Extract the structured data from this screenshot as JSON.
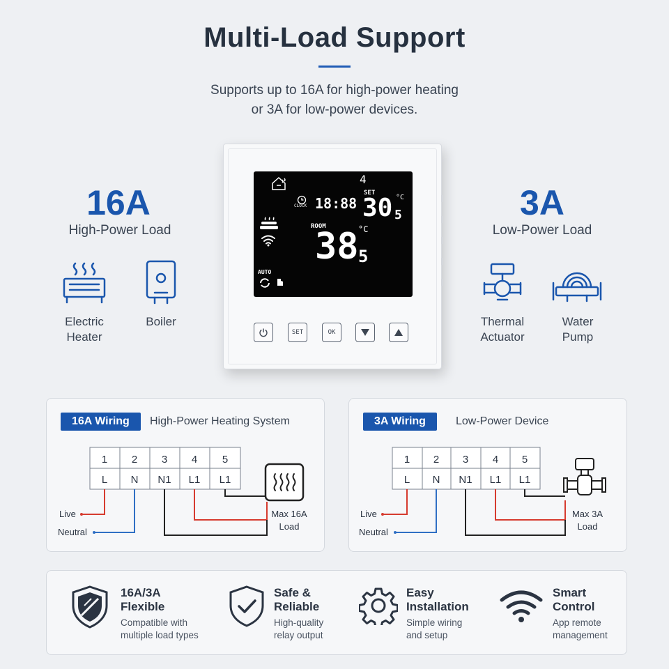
{
  "header": {
    "title": "Multi-Load Support",
    "subtitle_line1": "Supports up to 16A for high-power heating",
    "subtitle_line2": "or 3A for low-power devices."
  },
  "left_load": {
    "amp": "16A",
    "label": "High-Power Load",
    "devices": [
      {
        "line1": "Electric",
        "line2": "Heater",
        "icon": "electric-heater-icon"
      },
      {
        "line1": "Boiler",
        "line2": "",
        "icon": "boiler-icon"
      }
    ]
  },
  "right_load": {
    "amp": "3A",
    "label": "Low-Power Load",
    "devices": [
      {
        "line1": "Thermal",
        "line2": "Actuator",
        "icon": "thermal-actuator-icon"
      },
      {
        "line1": "Water",
        "line2": "Pump",
        "icon": "water-pump-icon"
      }
    ]
  },
  "thermostat": {
    "week_day": "4",
    "clock_label": "CLOCK",
    "clock_time": "18:88",
    "set_label": "SET",
    "set_temp": "30",
    "set_temp_decimal": "5",
    "room_label": "ROOM",
    "room_temp": "38",
    "room_temp_decimal": "5",
    "unit": "°C",
    "auto_label": "AUTO",
    "buttons": [
      "power",
      "SET",
      "OK",
      "down",
      "up"
    ],
    "button_set": "SET",
    "button_ok": "OK"
  },
  "wiring": [
    {
      "tag": "16A Wiring",
      "title": "High-Power Heating System",
      "terminal_numbers": [
        "1",
        "2",
        "3",
        "4",
        "5"
      ],
      "terminal_labels": [
        "L",
        "N",
        "N1",
        "L1",
        "L1"
      ],
      "live": "Live",
      "neutral": "Neutral",
      "load_line1": "Max 16A",
      "load_line2": "Load",
      "wire_colors": {
        "live": "#d63b2f",
        "neutral": "#2f6fc4",
        "load": "#222222"
      }
    },
    {
      "tag": "3A Wiring",
      "title": "Low-Power Device",
      "terminal_numbers": [
        "1",
        "2",
        "3",
        "4",
        "5"
      ],
      "terminal_labels": [
        "L",
        "N",
        "N1",
        "L1",
        "L1"
      ],
      "live": "Live",
      "neutral": "Neutral",
      "load_line1": "Max 3A",
      "load_line2": "Load",
      "wire_colors": {
        "live": "#d63b2f",
        "neutral": "#2f6fc4",
        "load": "#222222"
      }
    }
  ],
  "features": [
    {
      "icon": "shield-slash-icon",
      "title1": "16A/3A",
      "title2": "Flexible",
      "desc1": "Compatible with",
      "desc2": "multiple load types"
    },
    {
      "icon": "shield-check-icon",
      "title1": "Safe &",
      "title2": "Reliable",
      "desc1": "High-quality",
      "desc2": "relay output"
    },
    {
      "icon": "gear-icon",
      "title1": "Easy",
      "title2": "Installation",
      "desc1": "Simple wiring",
      "desc2": "and setup"
    },
    {
      "icon": "wifi-icon",
      "title1": "Smart",
      "title2": "Control",
      "desc1": "App remote",
      "desc2": "management"
    }
  ],
  "colors": {
    "accent": "#1a56ad",
    "text": "#2b3442",
    "background": "#eef0f3"
  }
}
